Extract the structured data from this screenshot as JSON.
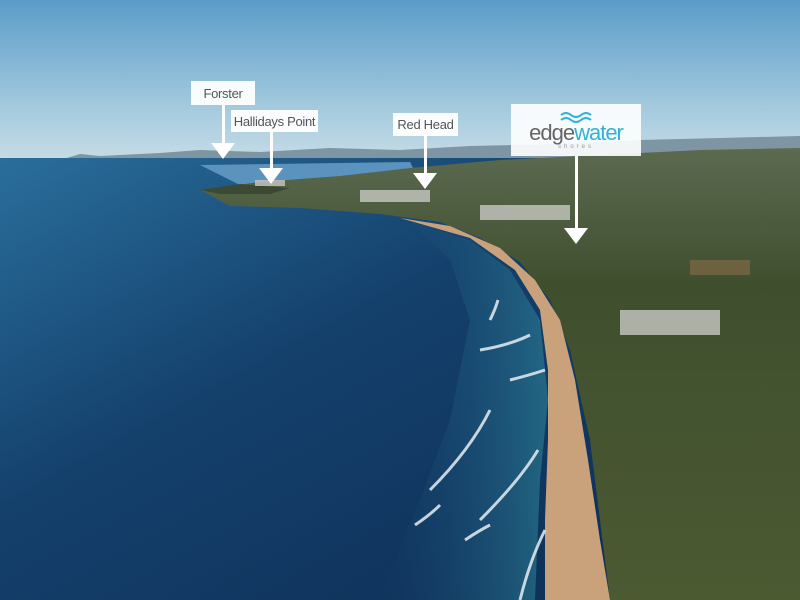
{
  "image": {
    "description": "Aerial photo of a long curving coastline with beach, ocean surf and bushland; annotated location markers",
    "colors": {
      "sky_top": "#5a9cc8",
      "sky_horizon": "#c9dde6",
      "ocean_deep": "#0d2c52",
      "ocean_mid": "#1d4f7a",
      "ocean_near": "#2a6e8e",
      "sand": "#c9a27c",
      "land": "#4a5a34",
      "accent_logo": "#2fb3d6"
    }
  },
  "markers": [
    {
      "label": "Forster"
    },
    {
      "label": "Hallidays Point"
    },
    {
      "label": "Red Head"
    }
  ],
  "logo": {
    "word_part1": "edge",
    "word_part2": "water",
    "subtitle": "shores",
    "icon": "waves-icon"
  }
}
